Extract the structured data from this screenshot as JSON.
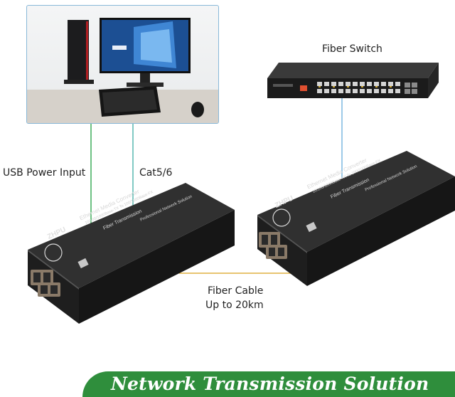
{
  "labels": {
    "usb_power": "USB Power Input",
    "cat": "Cat5/6",
    "fiber_switch": "Fiber Switch",
    "fiber_cable_line1": "Fiber Cable",
    "fiber_cable_line2": "Up to 20km"
  },
  "banner": {
    "text": "Network Transmission Solution"
  },
  "device": {
    "brand": "ZHPU",
    "title": "Ethernet Media Converter",
    "spec": "10/100/1000Base-TX To 100/1000Base-FX",
    "transmission": "Fiber Transmission",
    "solution": "Professional Network Solution"
  },
  "colors": {
    "usb_line": "#3fae5a",
    "cat_line": "#57b8b0",
    "fiber_line": "#e0b040",
    "switch_line": "#7ab8e0",
    "banner": "#2f8e3c",
    "photo_border": "#88b8d8"
  },
  "icons": [
    "computer-tower-icon",
    "monitor-icon",
    "keyboard-icon",
    "mouse-icon",
    "network-switch-icon",
    "media-converter-icon"
  ]
}
